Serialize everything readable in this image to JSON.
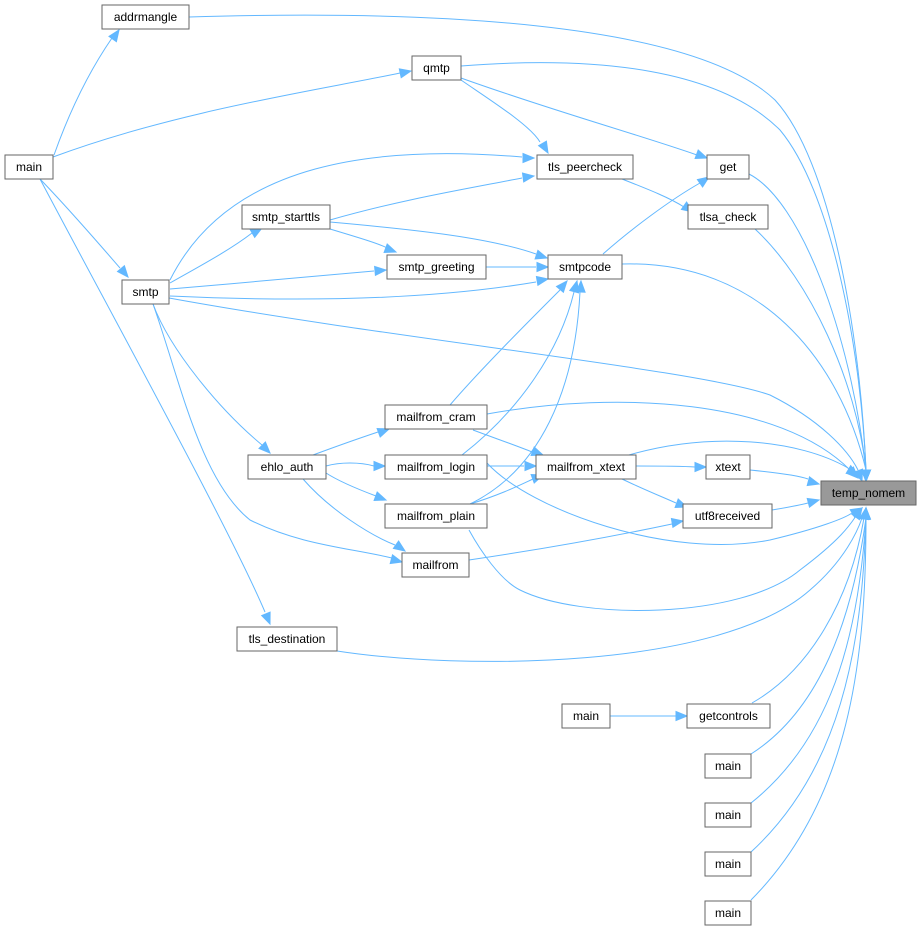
{
  "graph": {
    "nodes": {
      "temp_nomem": "temp_nomem",
      "addrmangle": "addrmangle",
      "qmtp": "qmtp",
      "main_left": "main",
      "tls_peercheck": "tls_peercheck",
      "get": "get",
      "tlsa_check": "tlsa_check",
      "smtp_starttls": "smtp_starttls",
      "smtpcode": "smtpcode",
      "smtp_greeting": "smtp_greeting",
      "smtp": "smtp",
      "mailfrom_cram": "mailfrom_cram",
      "ehlo_auth": "ehlo_auth",
      "mailfrom_login": "mailfrom_login",
      "mailfrom_xtext": "mailfrom_xtext",
      "xtext": "xtext",
      "mailfrom_plain": "mailfrom_plain",
      "utf8received": "utf8received",
      "mailfrom": "mailfrom",
      "tls_destination": "tls_destination",
      "main_getcontrols": "main",
      "getcontrols": "getcontrols",
      "main_2": "main",
      "main_3": "main",
      "main_4": "main",
      "main_5": "main"
    },
    "edge_color": "#63b8ff",
    "focus_fill": "#999999",
    "box_border": "#666666"
  }
}
